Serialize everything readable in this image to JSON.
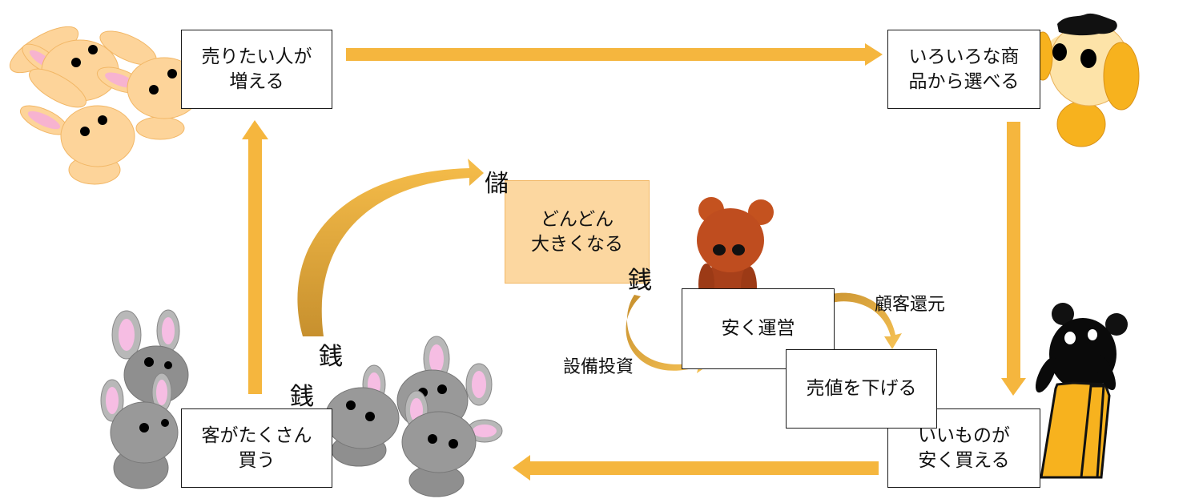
{
  "nodes": {
    "sellers_increase": "売りたい人が\n増える",
    "many_products": "いろいろな商\n品から選べる",
    "cheap_good": "いいものが\n安く買える",
    "customers_buy": "客がたくさん\n買う",
    "grow_bigger": "どんどん\n大きくなる",
    "cheap_operation": "安く運営",
    "lower_price": "売値を下げる"
  },
  "labels": {
    "profit": "儲",
    "money_1": "銭",
    "money_2": "銭",
    "money_3": "銭",
    "capital_investment": "設備投資",
    "customer_return": "顧客還元"
  },
  "colors": {
    "arrow": "#f5b63e",
    "box_fill_highlight": "#fcd7a0",
    "rabbit": "#fdd49a",
    "rabbit_ear_inner": "#f7b3d0",
    "mouse": "#8f8f8f",
    "mouse_ear_inner": "#f6bde3",
    "bear": "#b64a1e",
    "black_bear": "#0a0a0a",
    "hat_yellow": "#f7b21e"
  },
  "icons": [
    "rabbit-icon",
    "mouse-icon",
    "bear-icon",
    "black-bear-icon",
    "yellow-character-icon"
  ]
}
